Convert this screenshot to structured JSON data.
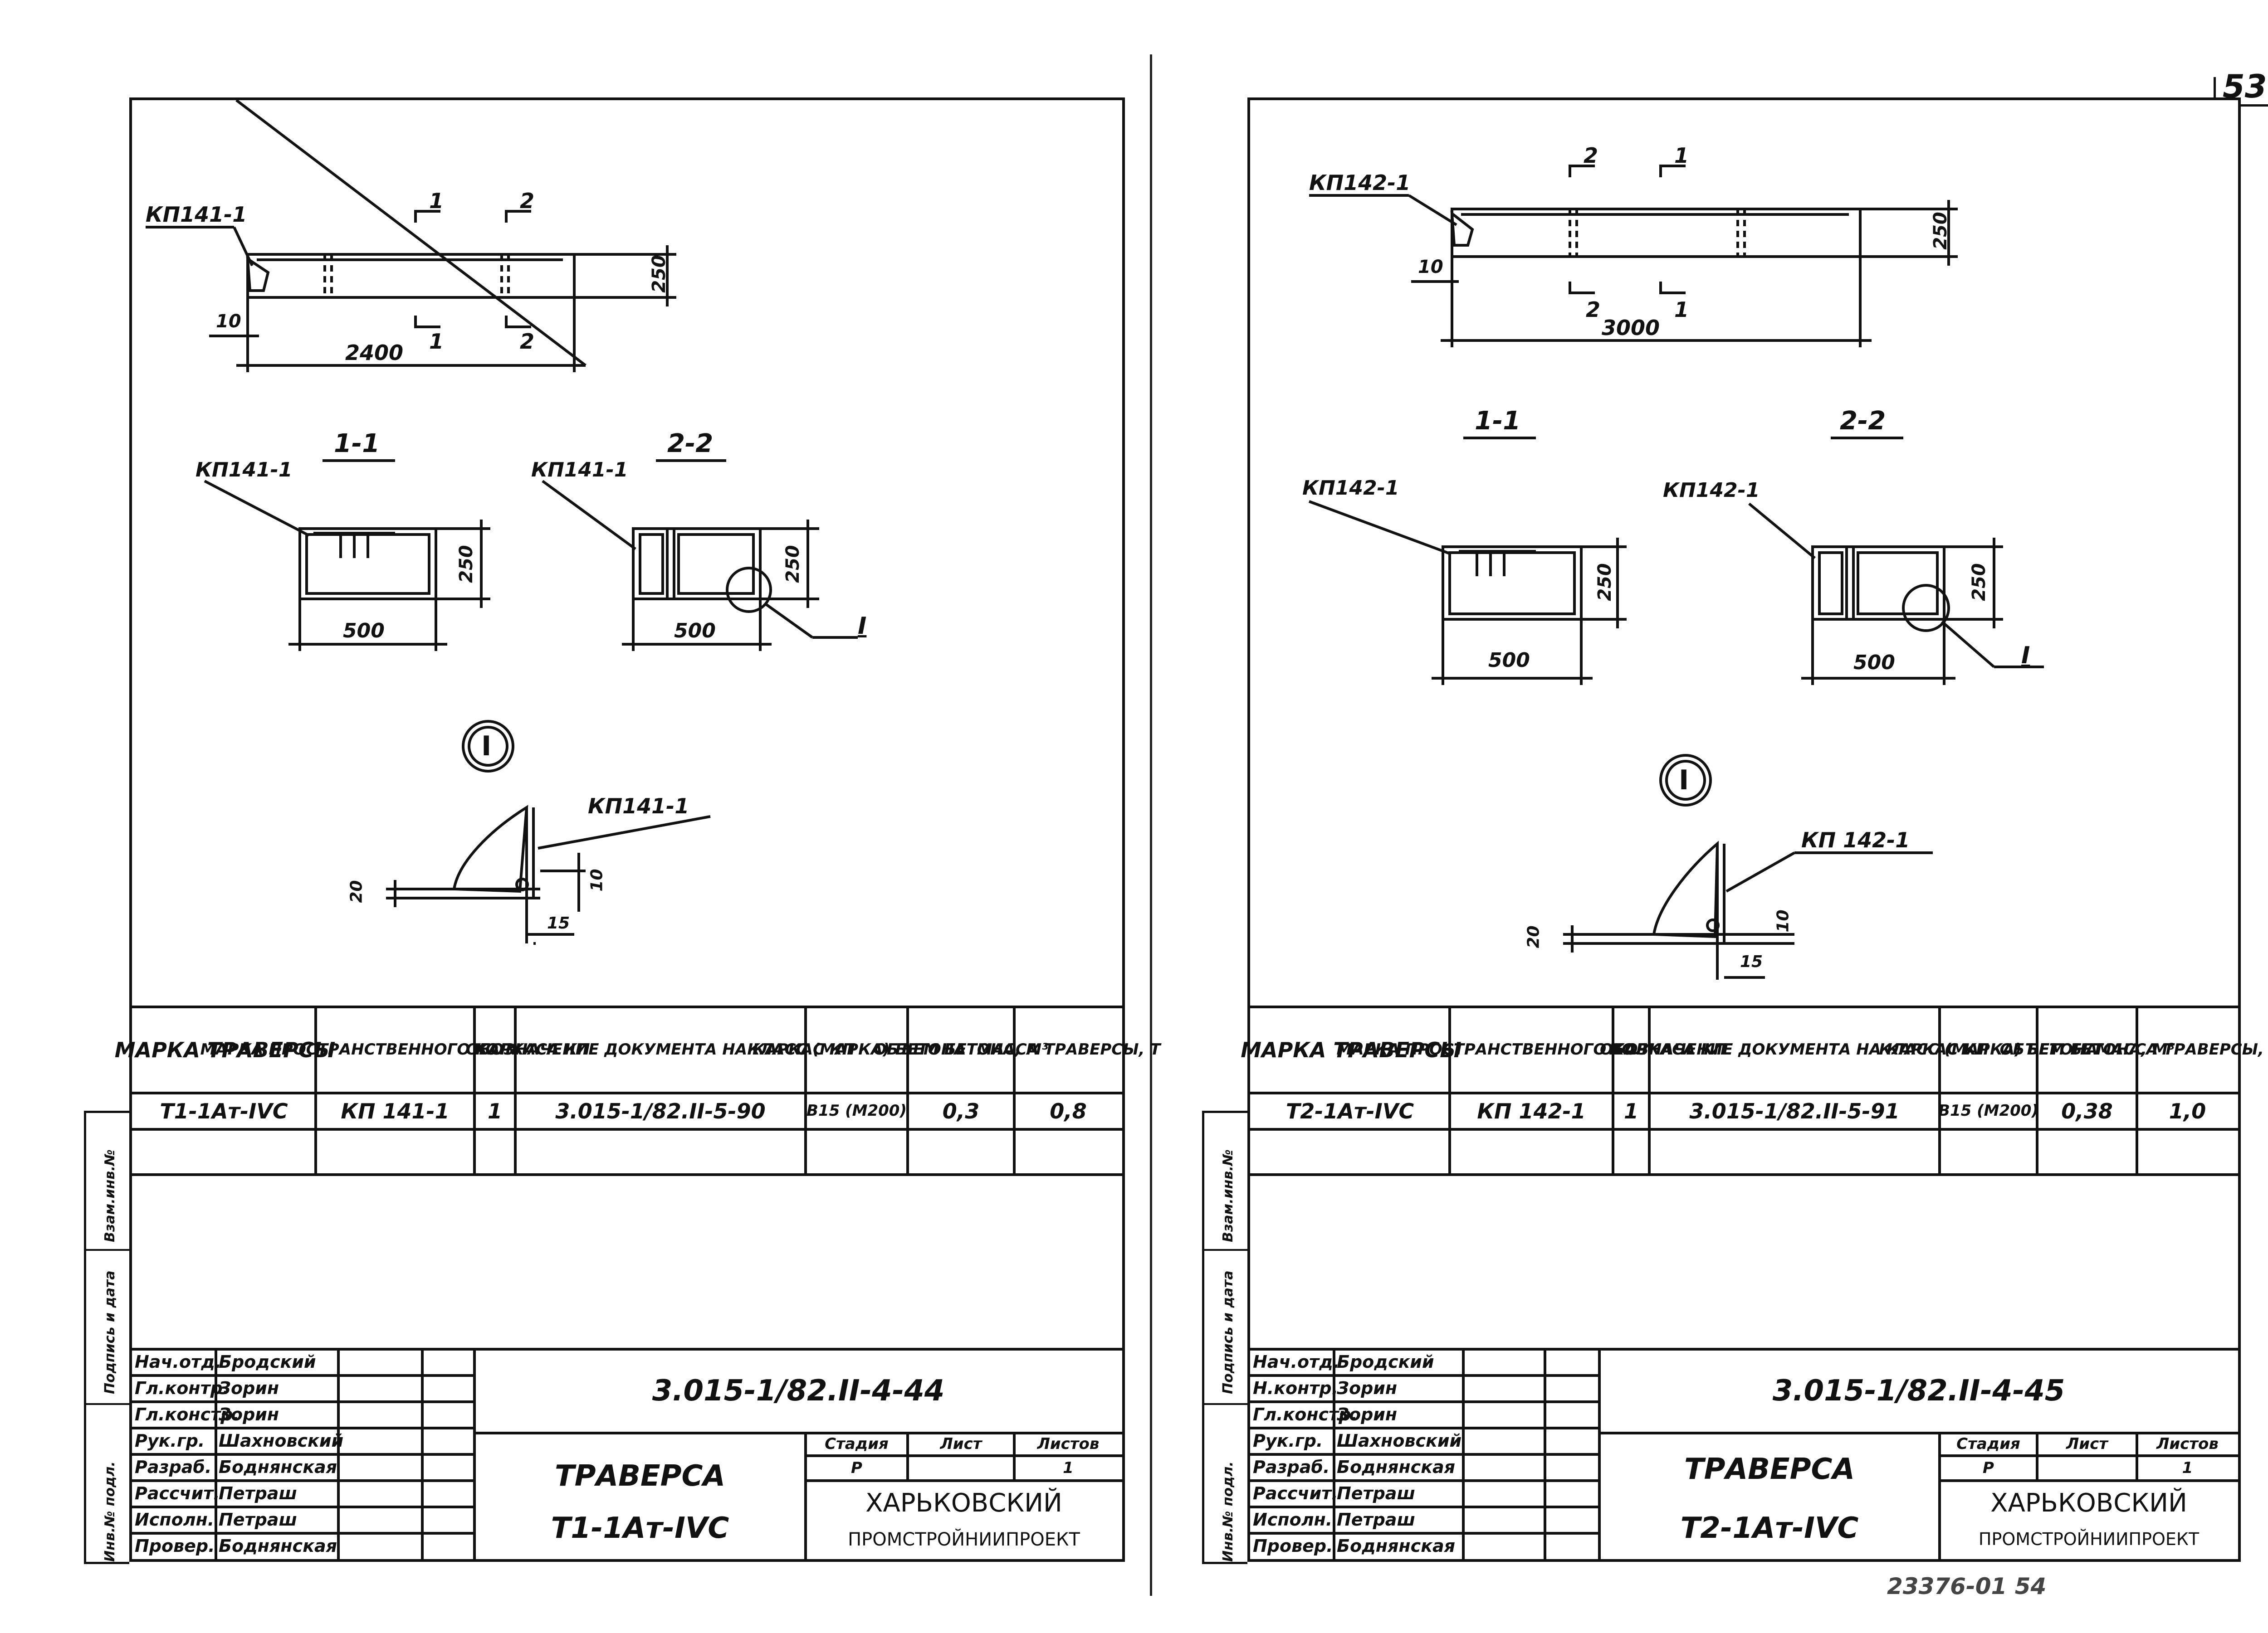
{
  "page_number": "53",
  "footer_note": "23376-01  54",
  "left": {
    "plan_mark": "КП141-1",
    "plan_length": "2400",
    "plan_height": "250",
    "plan_offset": "10",
    "cut1": "1",
    "cut2": "2",
    "sec1_title": "1-1",
    "sec2_title": "2-2",
    "sec_mark": "КП141-1",
    "sec_width": "500",
    "sec_height": "250",
    "detail_callout": "I",
    "detail_mark": "КП141-1",
    "detail_dims": [
      "20",
      "10",
      "15"
    ],
    "table_headers": [
      "МАРКА ТРАВЕРСЫ",
      "МАРКА ПРОСТРАНСТВЕННОГО КАРКАСА КП",
      "КОЛ.",
      "ОБОЗНАЧЕНИЕ ДОКУМЕНТА НА КАРКАС КП",
      "КЛАСС (МАРКА) БЕТОНА",
      "ОБЪЕМ БЕТОНА, М³",
      "МАССА ТРАВЕРСЫ, Т"
    ],
    "row": [
      "Т1-1Ат-IVC",
      "КП 141-1",
      "1",
      "3.015-1/82.II-5-90",
      "B15 (M200)",
      "0,3",
      "0,8"
    ],
    "doc_code": "3.015-1/82.II-4-44",
    "title_line1": "ТРАВЕРСА",
    "title_line2": "Т1-1Ат-IVC",
    "stage_headers": [
      "Стадия",
      "Лист",
      "Листов"
    ],
    "stage_values": [
      "Р",
      "",
      "1"
    ],
    "org_line1": "ХАРЬКОВСКИЙ",
    "org_line2": "ПРОМСТРОЙНИИПРОЕКТ",
    "signatures": [
      {
        "role": "Нач.отд.",
        "name": "Бродский"
      },
      {
        "role": "Гл.контр.",
        "name": "Зорин"
      },
      {
        "role": "Гл.констр.",
        "name": "Зорин"
      },
      {
        "role": "Рук.гр.",
        "name": "Шахновский"
      },
      {
        "role": "Разраб.",
        "name": "Боднянская"
      },
      {
        "role": "Рассчит.",
        "name": "Петраш"
      },
      {
        "role": "Исполн.",
        "name": "Петраш"
      },
      {
        "role": "Провер.",
        "name": "Боднянская"
      }
    ],
    "side_labels": [
      "Инв.№ подл.",
      "Подпись и дата",
      "Взам.инв.№"
    ]
  },
  "right": {
    "plan_mark": "КП142-1",
    "plan_length": "3000",
    "plan_height": "250",
    "plan_offset": "10",
    "cut1": "2",
    "cut2": "1",
    "sec1_title": "1-1",
    "sec2_title": "2-2",
    "sec_mark": "КП142-1",
    "sec_width": "500",
    "sec_height": "250",
    "detail_callout": "I",
    "detail_mark": "КП 142-1",
    "detail_dims": [
      "20",
      "10",
      "15"
    ],
    "table_headers": [
      "МАРКА ТРАВЕРСЫ",
      "МАРКА ПРОСТРАНСТВЕННОГО КАРКАСА КП",
      "КОЛ.",
      "ОБОЗНАЧЕНИЕ ДОКУМЕНТА НА КАРКАС КП",
      "КЛАСС (МАРКА) БЕТОНА",
      "ОБЪЕМ БЕТОНА, М³",
      "МАССА ТРАВЕРСЫ, Т"
    ],
    "row": [
      "Т2-1Ат-IVC",
      "КП 142-1",
      "1",
      "3.015-1/82.II-5-91",
      "B15 (M200)",
      "0,38",
      "1,0"
    ],
    "doc_code": "3.015-1/82.II-4-45",
    "title_line1": "ТРАВЕРСА",
    "title_line2": "Т2-1Ат-IVC",
    "stage_headers": [
      "Стадия",
      "Лист",
      "Листов"
    ],
    "stage_values": [
      "Р",
      "",
      "1"
    ],
    "org_line1": "ХАРЬКОВСКИЙ",
    "org_line2": "ПРОМСТРОЙНИИПРОЕКТ",
    "signatures": [
      {
        "role": "Нач.отд.",
        "name": "Бродский"
      },
      {
        "role": "Н.контр.",
        "name": "Зорин"
      },
      {
        "role": "Гл.констр.",
        "name": "Зорин"
      },
      {
        "role": "Рук.гр.",
        "name": "Шахновский"
      },
      {
        "role": "Разраб.",
        "name": "Боднянская"
      },
      {
        "role": "Рассчит.",
        "name": "Петраш"
      },
      {
        "role": "Исполн.",
        "name": "Петраш"
      },
      {
        "role": "Провер.",
        "name": "Боднянская"
      }
    ],
    "side_labels": [
      "Инв.№ подл.",
      "Подпись и дата",
      "Взам.инв.№"
    ]
  }
}
